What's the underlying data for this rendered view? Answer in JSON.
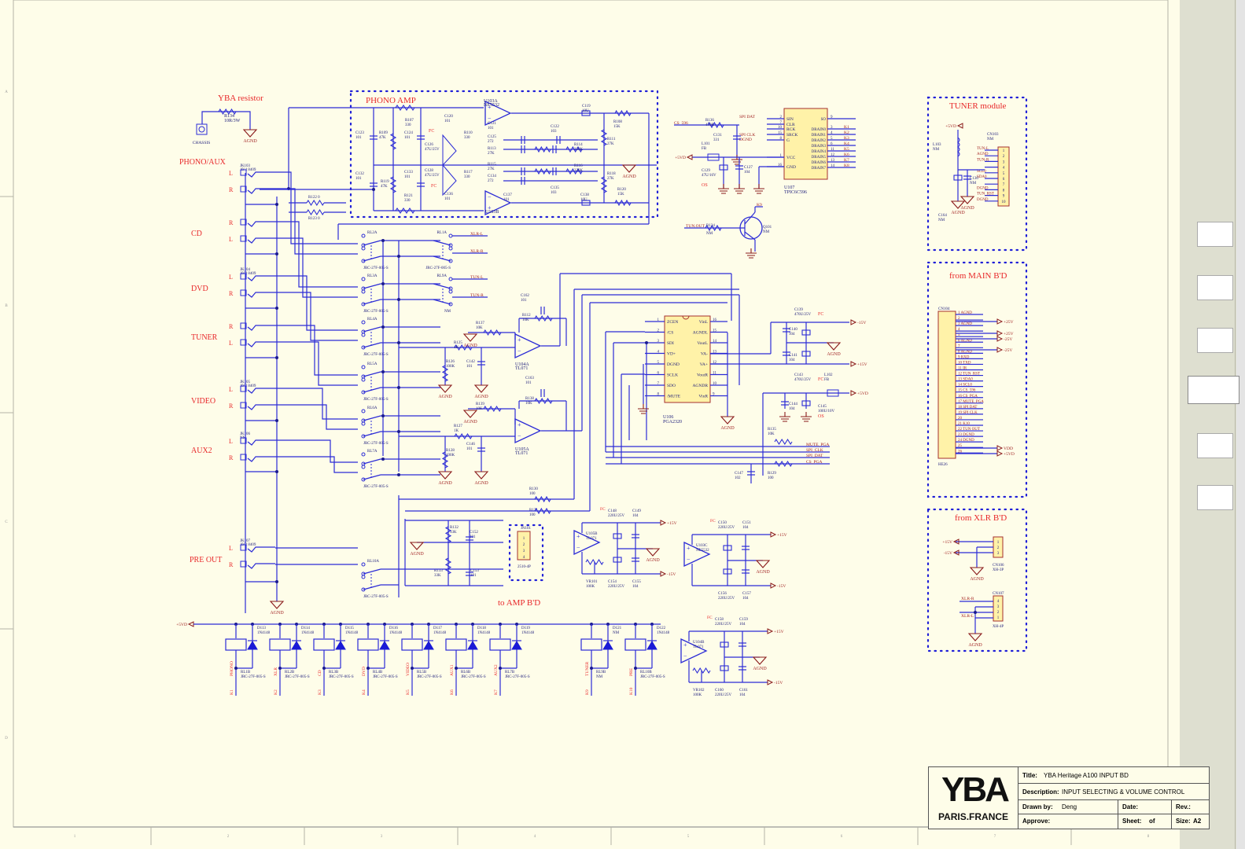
{
  "sheet": {
    "row_markers": [
      "A",
      "B",
      "C",
      "D"
    ],
    "column_markers": [
      "1",
      "2",
      "3",
      "4",
      "5",
      "6",
      "7",
      "8"
    ]
  },
  "title_block": {
    "logo": "YBA",
    "location": "PARIS.FRANCE",
    "title_label": "Title:",
    "title": "YBA Heritage A100 INPUT BD",
    "description_label": "Description:",
    "description": "INPUT SELECTING & VOLUME CONTROL",
    "drawn_by_label": "Drawn by:",
    "drawn_by": "Deng",
    "date_label": "Date:",
    "date": "",
    "rev_label": "Rev.:",
    "rev": "",
    "approve_label": "Approve:",
    "sheet_label": "Sheet:",
    "sheet_of": "of",
    "size_label": "Size:",
    "size": "A2"
  },
  "sections": {
    "yba_resistor": "YBA resistor",
    "phono_amp": "PHONO AMP",
    "tuner_module": "TUNER module",
    "from_main": "from MAIN B'D",
    "from_xlr": "from XLR B'D",
    "to_amp": "to AMP B'D"
  },
  "inputs": [
    {
      "name": "PHONO/AUX",
      "jack": "JK103",
      "part": "AV4 8409",
      "channels": [
        "L",
        "R"
      ]
    },
    {
      "name": "CD",
      "jack": "",
      "part": "",
      "channels": [
        "R",
        "L"
      ]
    },
    {
      "name": "DVD",
      "jack": "JK104",
      "part": "AV4 8409",
      "channels": [
        "L",
        "R"
      ]
    },
    {
      "name": "TUNER",
      "jack": "",
      "part": "",
      "channels": [
        "R",
        "L"
      ]
    },
    {
      "name": "VIDEO",
      "jack": "JK105",
      "part": "AV2 8409",
      "channels": [
        "L",
        "R"
      ]
    },
    {
      "name": "AUX2",
      "jack": "JK106",
      "part": "NM",
      "channels": [
        "L",
        "R"
      ]
    },
    {
      "name": "PRE OUT",
      "jack": "JK107",
      "part": "AV2 8409",
      "channels": [
        "L",
        "R"
      ]
    }
  ],
  "components": {
    "r134": {
      "ref": "R134",
      "value": "10R/3W"
    },
    "chassis": "CHASSIS",
    "agnd": "AGND",
    "dgnd": "DGND",
    "r122": {
      "ref": "R122",
      "value": "0"
    },
    "r123": {
      "ref": "R123",
      "value": "0"
    },
    "u103a": {
      "ref": "U103A",
      "value": "NE5532"
    },
    "u103b": {
      "ref": "U103B",
      "value": "NE5532"
    },
    "u103c": {
      "ref": "U103C",
      "value": "NE5532"
    },
    "u104a": {
      "ref": "U104A",
      "value": "TL071"
    },
    "u105a": {
      "ref": "U105A",
      "value": "TL071"
    },
    "u104b": {
      "ref": "U104B",
      "value": "TL071"
    },
    "u105b": {
      "ref": "U105B",
      "value": "TL071"
    },
    "u106": {
      "ref": "U106",
      "value": "PGA2320"
    },
    "u107": {
      "ref": "U107",
      "value": "TPIC6C596"
    },
    "q101": {
      "ref": "Q101",
      "value": "NM"
    },
    "vr101": {
      "ref": "VR101",
      "value": "100K"
    },
    "vr102": {
      "ref": "VR102",
      "value": "100K"
    },
    "jn101": {
      "ref": "JN101",
      "value": "2510-4P"
    },
    "cn103": {
      "ref": "CN103",
      "value": "NM"
    },
    "cn104": {
      "ref": "CN104",
      "value": "HE26"
    },
    "cn106": {
      "ref": "CN106",
      "value": "XH-3P"
    },
    "cn107": {
      "ref": "CN107",
      "value": "XH-4P"
    },
    "relay_part": "JRC-27F-005-S",
    "fc": "FC",
    "os": "OS"
  },
  "phono_parts": [
    [
      "C123",
      "101"
    ],
    [
      "R109",
      "47K"
    ],
    [
      "R107",
      "330"
    ],
    [
      "C124",
      "101"
    ],
    [
      "C126",
      "47U/25V"
    ],
    [
      "C120",
      "101"
    ],
    [
      "R110",
      "330"
    ],
    [
      "C121",
      "101"
    ],
    [
      "C122",
      "103"
    ],
    [
      "C125",
      "272"
    ],
    [
      "R113",
      "27K"
    ],
    [
      "R114",
      "330K"
    ],
    [
      "C119",
      "10U"
    ],
    [
      "R108",
      "15K"
    ],
    [
      "R111",
      "27K"
    ],
    [
      "C132",
      "101"
    ],
    [
      "R119",
      "47K"
    ],
    [
      "C133",
      "101"
    ],
    [
      "R121",
      "330"
    ],
    [
      "C128",
      "47U/25V"
    ],
    [
      "R117",
      "330"
    ],
    [
      "C136",
      "101"
    ],
    [
      "R115",
      "27K"
    ],
    [
      "C134",
      "272"
    ],
    [
      "C135",
      "103"
    ],
    [
      "R116",
      "330K"
    ],
    [
      "C137",
      "101"
    ],
    [
      "C138",
      "10U"
    ],
    [
      "R118",
      "27K"
    ],
    [
      "R120",
      "15K"
    ]
  ],
  "relays_a": [
    {
      "ref": "RL2A",
      "part": "JRC-27F-005-S"
    },
    {
      "ref": "RL3A",
      "part": "JRC-27F-005-S"
    },
    {
      "ref": "RL4A",
      "part": "JRC-27F-005-S"
    },
    {
      "ref": "RL5A",
      "part": "JRC-27F-005-S"
    },
    {
      "ref": "RL6A",
      "part": "JRC-27F-005-S"
    },
    {
      "ref": "RL7A",
      "part": "JRC-27F-005-S"
    },
    {
      "ref": "RL1A",
      "part": "JRC-27F-005-S"
    },
    {
      "ref": "RL9A",
      "part": "NM"
    },
    {
      "ref": "RL10A",
      "part": "JRC-27F-005-S"
    }
  ],
  "relay_nets": [
    "XLR-L",
    "XLR-R",
    "TUN-L",
    "TUN-R"
  ],
  "buffer_parts": [
    [
      "C162",
      "101"
    ],
    [
      "R112",
      "10K"
    ],
    [
      "R137",
      "10K"
    ],
    [
      "R125",
      "1K"
    ],
    [
      "R126",
      "100K"
    ],
    [
      "C142",
      "101"
    ],
    [
      "C163",
      "101"
    ],
    [
      "R138",
      "10K"
    ],
    [
      "R139",
      "10K"
    ],
    [
      "R127",
      "1K"
    ],
    [
      "R128",
      "100K"
    ],
    [
      "C146",
      "101"
    ],
    [
      "R130",
      "100"
    ],
    [
      "R131",
      "100"
    ],
    [
      "R132",
      "33K"
    ],
    [
      "C152",
      "101"
    ],
    [
      "R133",
      "33K"
    ],
    [
      "C153",
      "101"
    ]
  ],
  "pga_pins_left": [
    [
      "1",
      "ZCEN"
    ],
    [
      "2",
      "/CS"
    ],
    [
      "3",
      "SDI"
    ],
    [
      "4",
      "VD+"
    ],
    [
      "5",
      "DGND"
    ],
    [
      "6",
      "SCLK"
    ],
    [
      "7",
      "SDO"
    ],
    [
      "8",
      "/MUTE"
    ]
  ],
  "pga_pins_right": [
    [
      "16",
      "VinL"
    ],
    [
      "15",
      "AGNDL"
    ],
    [
      "14",
      "VoutL"
    ],
    [
      "13",
      "VA-"
    ],
    [
      "12",
      "VA+"
    ],
    [
      "11",
      "VoutR"
    ],
    [
      "10",
      "AGNDR"
    ],
    [
      "9",
      "VinR"
    ]
  ],
  "pga_supply_parts": [
    [
      "C139",
      "470U/25V"
    ],
    [
      "C140",
      "104"
    ],
    [
      "C141",
      "104"
    ],
    [
      "C143",
      "470U/25V"
    ],
    [
      "L102",
      "FB"
    ],
    [
      "C144",
      "104"
    ],
    [
      "C145",
      "100U/10V"
    ],
    [
      "R135",
      "10K"
    ],
    [
      "R129",
      "100"
    ],
    [
      "C147",
      "102"
    ]
  ],
  "pga_nets": [
    "MUTE_PGA",
    "SPI_CLK",
    "SPI_DAT",
    "CS_PGA"
  ],
  "rails": {
    "p15": "+15V",
    "n15": "-15V",
    "p25": "+25V",
    "n25": "-25V",
    "p5vd": "+5VD",
    "vdd": "VDD"
  },
  "shift_reg": {
    "pins_left": [
      [
        "2",
        "SIN"
      ],
      [
        "7",
        "CLR"
      ],
      [
        "10",
        "RCK"
      ],
      [
        "15",
        "SRCK"
      ],
      [
        "8",
        "G"
      ],
      [
        "1",
        "VCC"
      ],
      [
        "16",
        "GND"
      ]
    ],
    "pins_right": [
      [
        "9",
        "SO"
      ],
      [
        "3",
        "DRAIN0"
      ],
      [
        "4",
        "DRAIN1"
      ],
      [
        "5",
        "DRAIN2"
      ],
      [
        "6",
        "DRAIN3"
      ],
      [
        "11",
        "DRAIN4"
      ],
      [
        "12",
        "DRAIN5"
      ],
      [
        "13",
        "DRAIN6"
      ],
      [
        "14",
        "DRAIN7"
      ]
    ],
    "outputs": [
      "K1",
      "K2",
      "K3",
      "K4",
      "K5",
      "K6",
      "K7",
      "K8"
    ],
    "nets_in": [
      "SPI DAT",
      "CS_596",
      "SPI CLK",
      "DGND"
    ],
    "parts": [
      [
        "R136",
        "470R"
      ],
      [
        "C131",
        "331"
      ],
      [
        "L101",
        "FB"
      ],
      [
        "C129",
        "47U/16V"
      ],
      [
        "C127",
        "104"
      ]
    ]
  },
  "tuner_out": {
    "net": "TUN.OUT",
    "r": "R124",
    "rv": "NM",
    "k": "K9"
  },
  "tuner_module": {
    "pins": [
      "TUN-L",
      "AGND",
      "TUN-R",
      "",
      "SCL0",
      "SDA0",
      "",
      "DGND",
      "TUN_RST",
      "DGND"
    ],
    "parts": [
      [
        "L103",
        "NM"
      ],
      [
        "C130",
        "NM"
      ],
      [
        "C164",
        "NM"
      ]
    ]
  },
  "main_connector_pins": [
    "AGND",
    "",
    "AGND",
    "",
    "",
    "AGND",
    "",
    "AGND",
    "RXD",
    "TXD",
    "IR",
    "TUN_RST",
    "SDA0",
    "SCL0",
    "CS_596",
    "CS_PGA",
    "MUTE_PGA",
    "SPI DAT",
    "SPI CLK",
    "",
    "K10",
    "TUN OUT",
    "DGND",
    "DGND",
    "",
    ""
  ],
  "main_connector_rails": [
    "+25V",
    "+25V",
    "-25V",
    "-25V",
    "VDD",
    "+5VD"
  ],
  "xlr_connector": {
    "cn106_pins": [
      "1",
      "2",
      "3"
    ],
    "cn107_pins": [
      "4",
      "3",
      "2",
      "1"
    ],
    "nets": [
      "XLR-R",
      "XLR-L"
    ]
  },
  "relay_coils": [
    {
      "coil": "RL1B",
      "diode": "D113",
      "dv": "1N4148",
      "src": "PHONO",
      "k": "K1",
      "part": "JRC-27F-005-S"
    },
    {
      "coil": "RL2B",
      "diode": "D114",
      "dv": "1N4148",
      "src": "XLR",
      "k": "K2",
      "part": "JRC-27F-005-S"
    },
    {
      "coil": "RL3B",
      "diode": "D115",
      "dv": "1N4148",
      "src": "CD",
      "k": "K3",
      "part": "JRC-27F-005-S"
    },
    {
      "coil": "RL4B",
      "diode": "D116",
      "dv": "1N4148",
      "src": "DVD",
      "k": "K4",
      "part": "JRC-27F-005-S"
    },
    {
      "coil": "RL5B",
      "diode": "D117",
      "dv": "1N4148",
      "src": "VIDEO",
      "k": "K5",
      "part": "JRC-27F-005-S"
    },
    {
      "coil": "RL6B",
      "diode": "D118",
      "dv": "1N4148",
      "src": "AUX1",
      "k": "K6",
      "part": "JRC-27F-005-S"
    },
    {
      "coil": "RL7B",
      "diode": "D119",
      "dv": "1N4148",
      "src": "AUX2",
      "k": "K7",
      "part": "JRC-27F-005-S"
    },
    {
      "coil": "RL9B",
      "diode": "D121",
      "dv": "NM",
      "src": "TUNER",
      "k": "K9",
      "part": "NM"
    },
    {
      "coil": "RL10B",
      "diode": "D122",
      "dv": "1N4148",
      "src": "PRE",
      "k": "K10",
      "part": "JRC-27F-005-S"
    }
  ],
  "decoupling": [
    {
      "u": "U105B",
      "uv": "TL071",
      "c": [
        [
          "C148",
          "220U/25V"
        ],
        [
          "C149",
          "104"
        ],
        [
          "C154",
          "220U/25V"
        ],
        [
          "C155",
          "104"
        ]
      ],
      "vr": [
        "VR101",
        "100K"
      ]
    },
    {
      "u": "U103C",
      "uv": "NE5532",
      "c": [
        [
          "C150",
          "220U/25V"
        ],
        [
          "C151",
          "104"
        ],
        [
          "C156",
          "220U/25V"
        ],
        [
          "C157",
          "104"
        ]
      ],
      "vr": null
    },
    {
      "u": "U104B",
      "uv": "TL071",
      "c": [
        [
          "C158",
          "220U/25V"
        ],
        [
          "C159",
          "104"
        ],
        [
          "C160",
          "220U/25V"
        ],
        [
          "C161",
          "104"
        ]
      ],
      "vr": [
        "VR102",
        "100K"
      ]
    }
  ],
  "colors": {
    "wire": "#2b2bd6",
    "label_red": "#e8282a",
    "part_red": "#a12222",
    "part_text": "#1c1c7a",
    "ground": "#8b1c1c",
    "chip_fill": "#fff2a8",
    "chip_border": "#a4302e",
    "background": "#fefde9"
  }
}
